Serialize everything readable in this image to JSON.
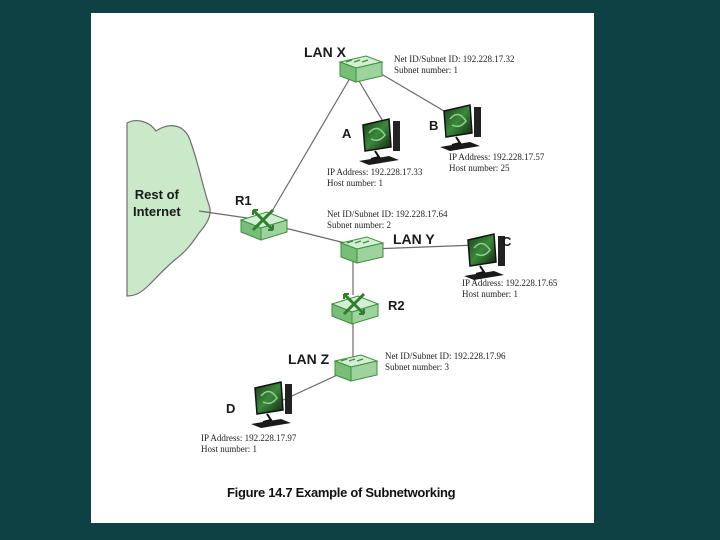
{
  "colors": {
    "background": "#0e4143",
    "slide": "#ffffff",
    "cloud": "#c9e9c9",
    "device": "#9ed39e",
    "device_edge": "#3f8f3f"
  },
  "cloud": {
    "label_line1": "Rest of",
    "label_line2": "Internet"
  },
  "routers": {
    "r1": {
      "label": "R1"
    },
    "r2": {
      "label": "R2"
    }
  },
  "lans": {
    "x": {
      "label": "LAN X",
      "info_line1": "Net ID/Subnet ID: 192.228.17.32",
      "info_line2": "Subnet number: 1"
    },
    "y": {
      "label": "LAN Y",
      "info_line1": "Net ID/Subnet ID: 192.228.17.64",
      "info_line2": "Subnet number: 2"
    },
    "z": {
      "label": "LAN Z",
      "info_line1": "Net ID/Subnet ID: 192.228.17.96",
      "info_line2": "Subnet number: 3"
    }
  },
  "hosts": {
    "a": {
      "label": "A",
      "ip": "IP Address: 192.228.17.33",
      "host": "Host number: 1"
    },
    "b": {
      "label": "B",
      "ip": "IP Address: 192.228.17.57",
      "host": "Host number: 25"
    },
    "c": {
      "label": "C",
      "ip": "IP Address: 192.228.17.65",
      "host": "Host number: 1"
    },
    "d": {
      "label": "D",
      "ip": "IP Address: 192.228.17.97",
      "host": "Host number: 1"
    }
  },
  "caption": "Figure 14.7  Example of Subnetworking"
}
